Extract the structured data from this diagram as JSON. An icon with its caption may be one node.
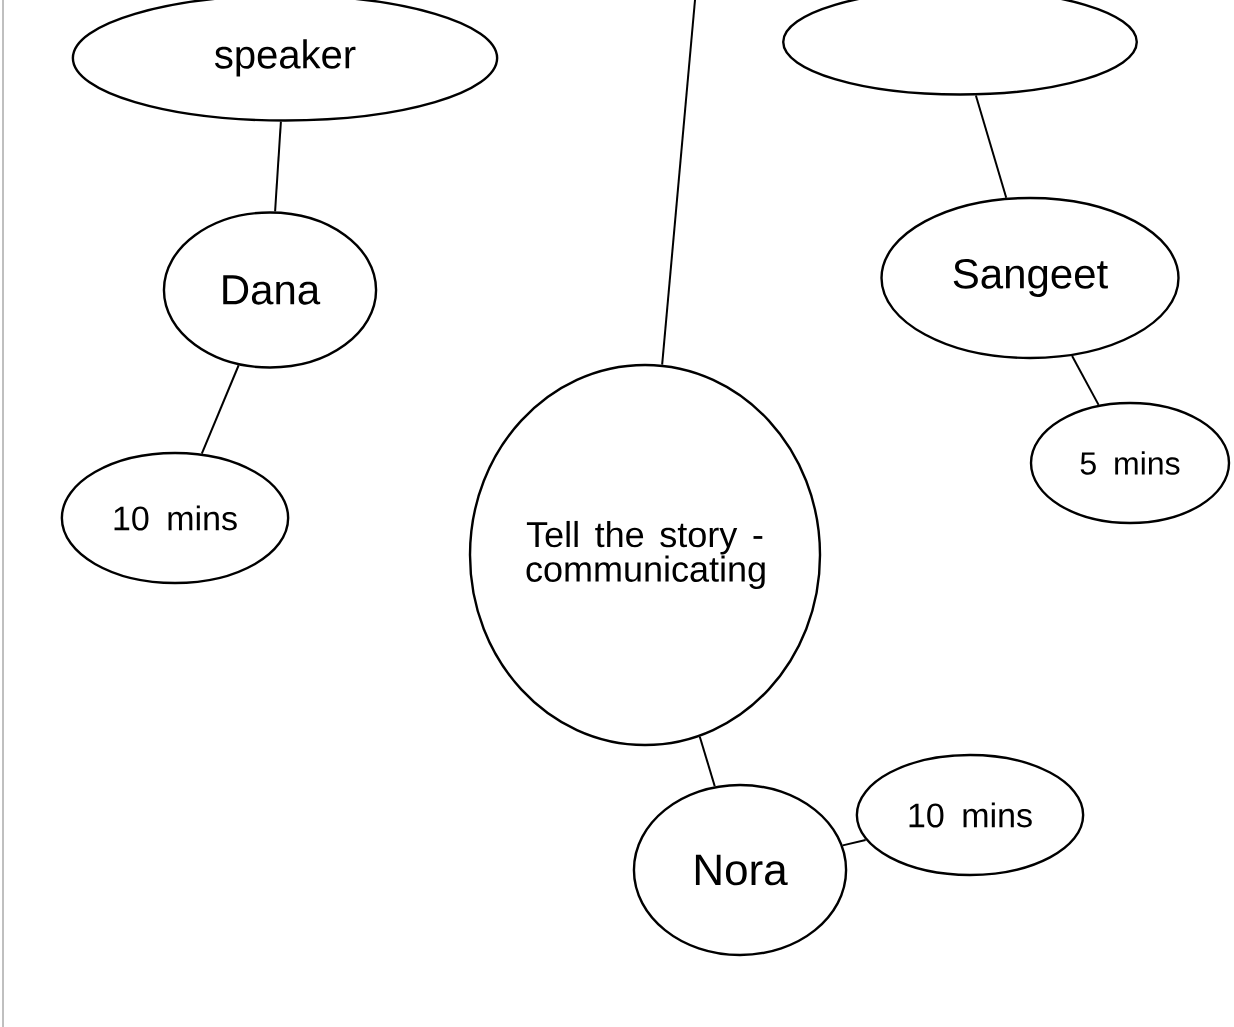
{
  "diagram": {
    "nodes": [
      {
        "text": [
          "speaker"
        ]
      },
      {
        "text": [],
        "shape": "circle"
      },
      {
        "text": [
          "Dana"
        ]
      },
      {
        "text": [
          "10 mins"
        ]
      },
      {
        "text": [
          "Tell the story - communicating"
        ]
      },
      {
        "text": [
          "Sangeet"
        ]
      },
      {
        "text": [
          "5 mins"
        ]
      },
      {
        "text": [
          "Nora"
        ]
      },
      {
        "text": [
          "10 mins"
        ]
      }
    ],
    "edges": [
      {
        "from": 0,
        "to": 2,
        "arrow": "none"
      },
      {
        "from": 2,
        "to": 3,
        "arrow": "none"
      },
      {
        "from": null,
        "to": 4,
        "arrow": "none"
      },
      {
        "from": 1,
        "to": 5,
        "arrow": "none"
      },
      {
        "from": 5,
        "to": 6,
        "arrow": "none"
      },
      {
        "from": 4,
        "to": 7,
        "arrow": "none"
      },
      {
        "from": 7,
        "to": 8,
        "arrow": "none"
      }
    ]
  }
}
